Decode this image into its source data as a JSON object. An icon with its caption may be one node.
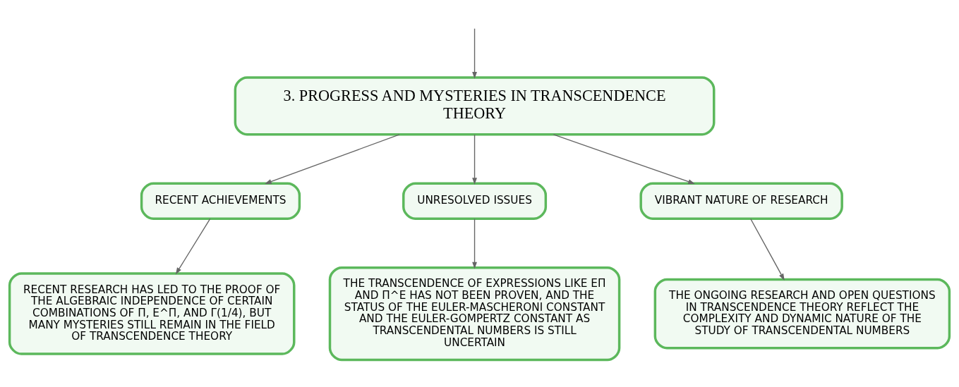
{
  "diagram": {
    "nodes": [
      {
        "text": [
          "3. PROGRESS AND MYSTERIES IN TRANSCENDENCE THEORY"
        ]
      },
      {
        "text": [
          "RECENT ACHIEVEMENTS"
        ]
      },
      {
        "text": [
          "UNRESOLVED ISSUES"
        ]
      },
      {
        "text": [
          "VIBRANT NATURE OF RESEARCH"
        ]
      },
      {
        "text": [
          "RECENT RESEARCH HAS LED TO THE PROOF OF THE ALGEBRAIC INDEPENDENCE OF CERTAIN COMBINATIONS OF Π, E^Π, AND Γ(1/4), BUT MANY MYSTERIES STILL REMAIN IN THE FIELD OF TRANSCENDENCE THEORY"
        ]
      },
      {
        "text": [
          "THE TRANSCENDENCE OF EXPRESSIONS LIKE EΠ AND Π^E HAS NOT BEEN PROVEN, AND THE STATUS OF THE EULER-MASCHERONI CONSTANT AND THE EULER-GOMPERTZ CONSTANT AS TRANSCENDENTAL NUMBERS IS STILL UNCERTAIN"
        ]
      },
      {
        "text": [
          "THE ONGOING RESEARCH AND OPEN QUESTIONS IN TRANSCENDENCE THEORY REFLECT THE COMPLEXITY AND DYNAMIC NATURE OF THE STUDY OF TRANSCENDENTAL NUMBERS"
        ]
      }
    ],
    "edges": [
      {
        "from": null,
        "to": 0,
        "arrow": "to"
      },
      {
        "from": 0,
        "to": 1,
        "arrow": "to"
      },
      {
        "from": 0,
        "to": 2,
        "arrow": "to"
      },
      {
        "from": 0,
        "to": 3,
        "arrow": "to"
      },
      {
        "from": 1,
        "to": 4,
        "arrow": "to"
      },
      {
        "from": 2,
        "to": 5,
        "arrow": "to"
      },
      {
        "from": 3,
        "to": 6,
        "arrow": "to"
      }
    ]
  }
}
